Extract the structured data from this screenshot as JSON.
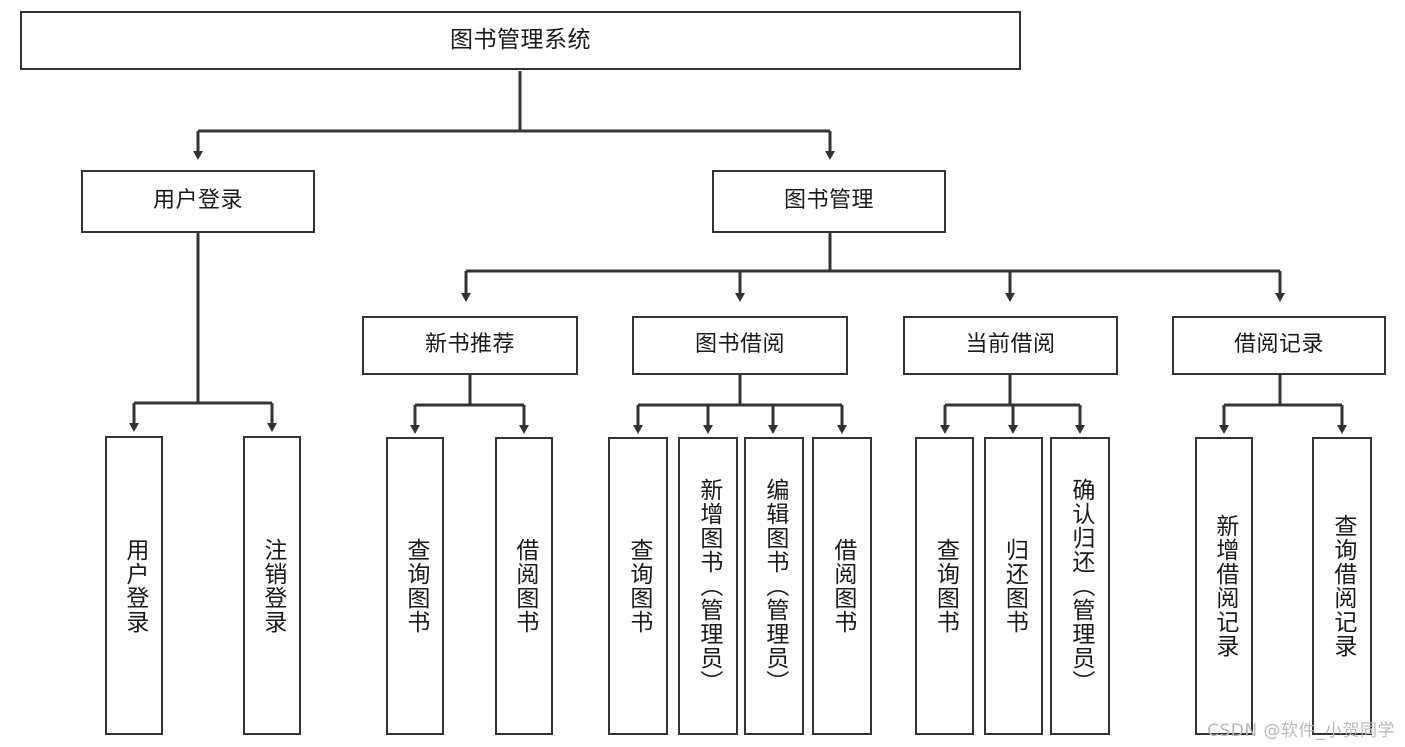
{
  "diagram": {
    "type": "tree-hierarchy",
    "title": "图书管理系统",
    "orientation": "top-down",
    "line_color": "#333333",
    "box_fill": "#ffffff",
    "text_color": "#1a1a1a",
    "levels": [
      {
        "level": 1,
        "nodes": [
          {
            "id": "root",
            "label": "图书管理系统",
            "text_direction": "horizontal"
          }
        ]
      },
      {
        "level": 2,
        "nodes": [
          {
            "id": "login",
            "label": "用户登录",
            "text_direction": "horizontal",
            "parent": "root"
          },
          {
            "id": "bookmgmt",
            "label": "图书管理",
            "text_direction": "horizontal",
            "parent": "root"
          }
        ]
      },
      {
        "level": 3,
        "nodes": [
          {
            "id": "newbook",
            "label": "新书推荐",
            "text_direction": "horizontal",
            "parent": "bookmgmt"
          },
          {
            "id": "borrow",
            "label": "图书借阅",
            "text_direction": "horizontal",
            "parent": "bookmgmt"
          },
          {
            "id": "current",
            "label": "当前借阅",
            "text_direction": "horizontal",
            "parent": "bookmgmt"
          },
          {
            "id": "records",
            "label": "借阅记录",
            "text_direction": "horizontal",
            "parent": "bookmgmt"
          }
        ]
      },
      {
        "level": 4,
        "nodes": [
          {
            "id": "leaf-1",
            "label": "用户登录",
            "text_direction": "vertical",
            "parent": "login"
          },
          {
            "id": "leaf-2",
            "label": "注销登录",
            "text_direction": "vertical",
            "parent": "login"
          },
          {
            "id": "leaf-3",
            "label": "查询图书",
            "text_direction": "vertical",
            "parent": "newbook"
          },
          {
            "id": "leaf-4",
            "label": "借阅图书",
            "text_direction": "vertical",
            "parent": "newbook"
          },
          {
            "id": "leaf-5",
            "label": "查询图书",
            "text_direction": "vertical",
            "parent": "borrow"
          },
          {
            "id": "leaf-6",
            "label": "新增图书（管理员）",
            "text_direction": "vertical",
            "parent": "borrow"
          },
          {
            "id": "leaf-7",
            "label": "编辑图书（管理员）",
            "text_direction": "vertical",
            "parent": "borrow"
          },
          {
            "id": "leaf-8",
            "label": "借阅图书",
            "text_direction": "vertical",
            "parent": "borrow"
          },
          {
            "id": "leaf-9",
            "label": "查询图书",
            "text_direction": "vertical",
            "parent": "current"
          },
          {
            "id": "leaf-10",
            "label": "归还图书",
            "text_direction": "vertical",
            "parent": "current"
          },
          {
            "id": "leaf-11",
            "label": "确认归还（管理员）",
            "text_direction": "vertical",
            "parent": "current"
          },
          {
            "id": "leaf-12",
            "label": "新增借阅记录",
            "text_direction": "vertical",
            "parent": "records"
          },
          {
            "id": "leaf-13",
            "label": "查询借阅记录",
            "text_direction": "vertical",
            "parent": "records"
          }
        ]
      }
    ]
  },
  "watermark": {
    "text": "CSDN @软件_小贺同学"
  }
}
